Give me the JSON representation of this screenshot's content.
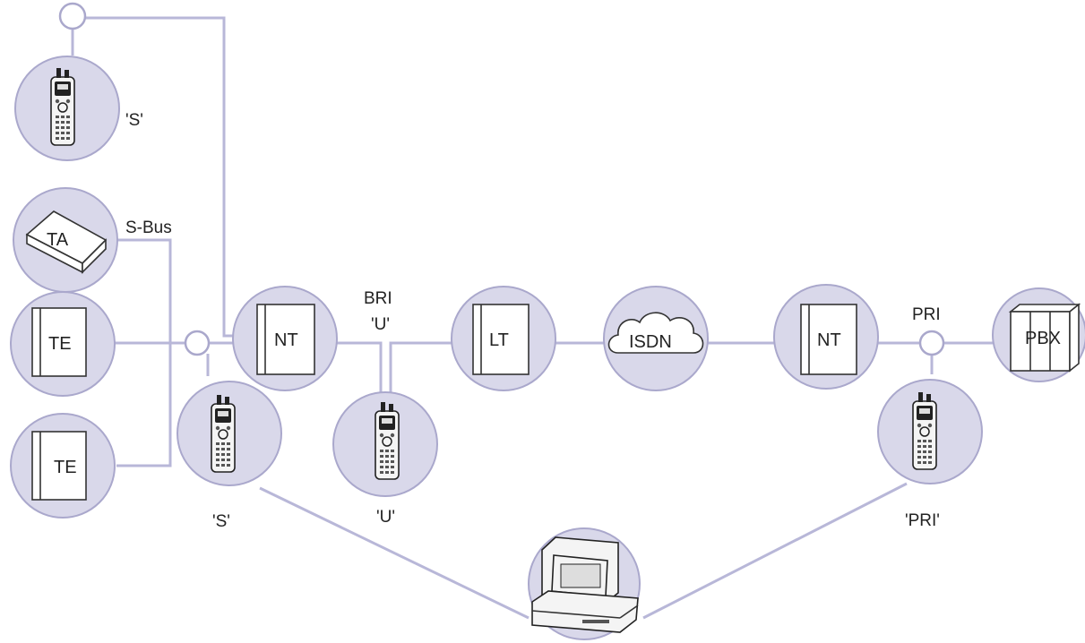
{
  "nodes": {
    "ta": "TA",
    "te_1": "TE",
    "te_2": "TE",
    "nt_left": "NT",
    "lt": "LT",
    "isdn": "ISDN",
    "nt_right": "NT",
    "pbx": "PBX"
  },
  "labels": {
    "s_top": "'S'",
    "s_bus": "S-Bus",
    "bri": "BRI",
    "u_top": "'U'",
    "pri": "PRI",
    "s_bottom": "'S'",
    "u_bottom": "'U'",
    "pri_bottom": "'PRI'"
  },
  "colors": {
    "node_fill": "#d9d8ea",
    "line": "#b8b7d8"
  },
  "icons": {
    "tester": "handheld-tester-icon",
    "computer": "desktop-computer-icon",
    "cloud": "cloud-icon"
  }
}
